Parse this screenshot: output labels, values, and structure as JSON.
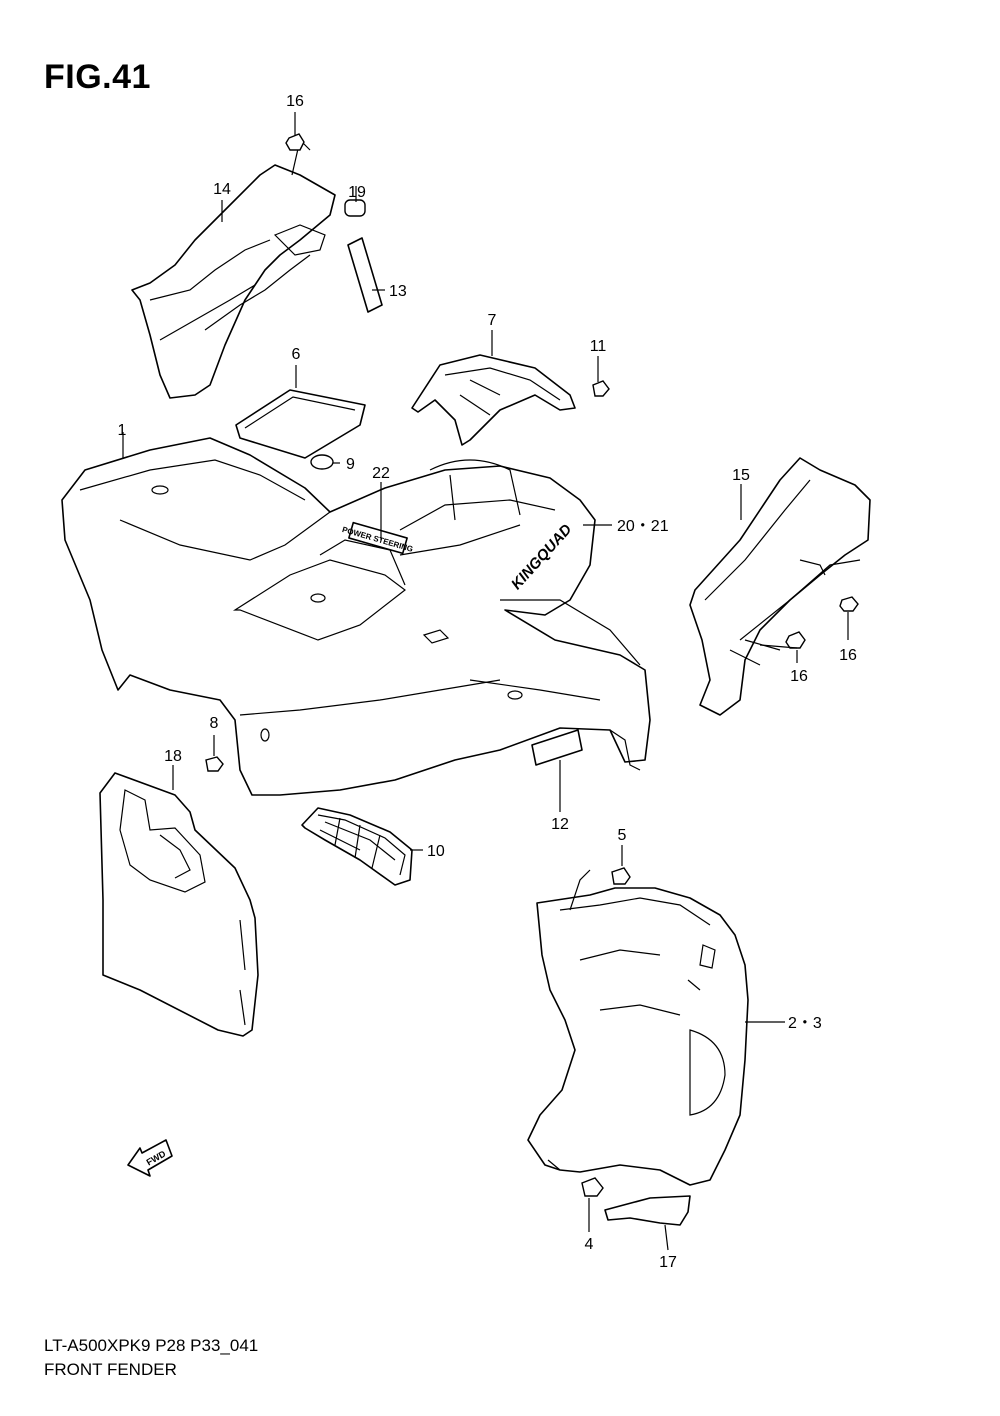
{
  "figure": {
    "title": "FIG.41",
    "model_code": "LT-A500XPK9 P28 P33_041",
    "name": "FRONT FENDER"
  },
  "callouts": {
    "c1": "1",
    "c2_3": "2・3",
    "c4": "4",
    "c5": "5",
    "c6": "6",
    "c7": "7",
    "c8": "8",
    "c9": "9",
    "c10": "10",
    "c11": "11",
    "c12": "12",
    "c13": "13",
    "c14": "14",
    "c15": "15",
    "c16a": "16",
    "c16b": "16",
    "c16c": "16",
    "c17": "17",
    "c18": "18",
    "c19": "19",
    "c20_21": "20・21",
    "c22": "22"
  },
  "decals": {
    "fwd": "FWD",
    "power_steering": "POWER STEERING",
    "kingquad": "KINGQUAD"
  }
}
